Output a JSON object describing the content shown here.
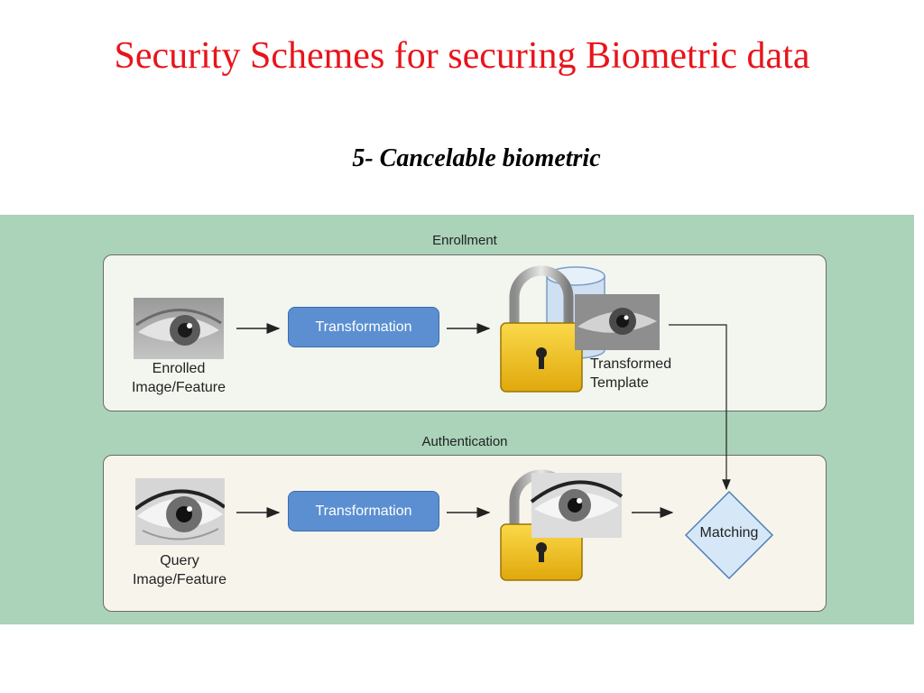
{
  "slide": {
    "title": "Security Schemes for securing Biometric data",
    "subtitle": "5- Cancelable biometric"
  },
  "diagram": {
    "enrollment": {
      "section_label": "Enrollment",
      "input_label_line1": "Enrolled",
      "input_label_line2": "Image/Feature",
      "transform_label": "Transformation",
      "output_label_line1": "Transformed",
      "output_label_line2": "Template"
    },
    "authentication": {
      "section_label": "Authentication",
      "input_label_line1": "Query",
      "input_label_line2": "Image/Feature",
      "transform_label": "Transformation",
      "matching_label": "Matching"
    },
    "colors": {
      "title": "#e8141b",
      "background": "#aad3b9",
      "transform_box": "#5b8fd1",
      "lock_body": "#f4c21a",
      "database": "#cfe0f2"
    }
  }
}
